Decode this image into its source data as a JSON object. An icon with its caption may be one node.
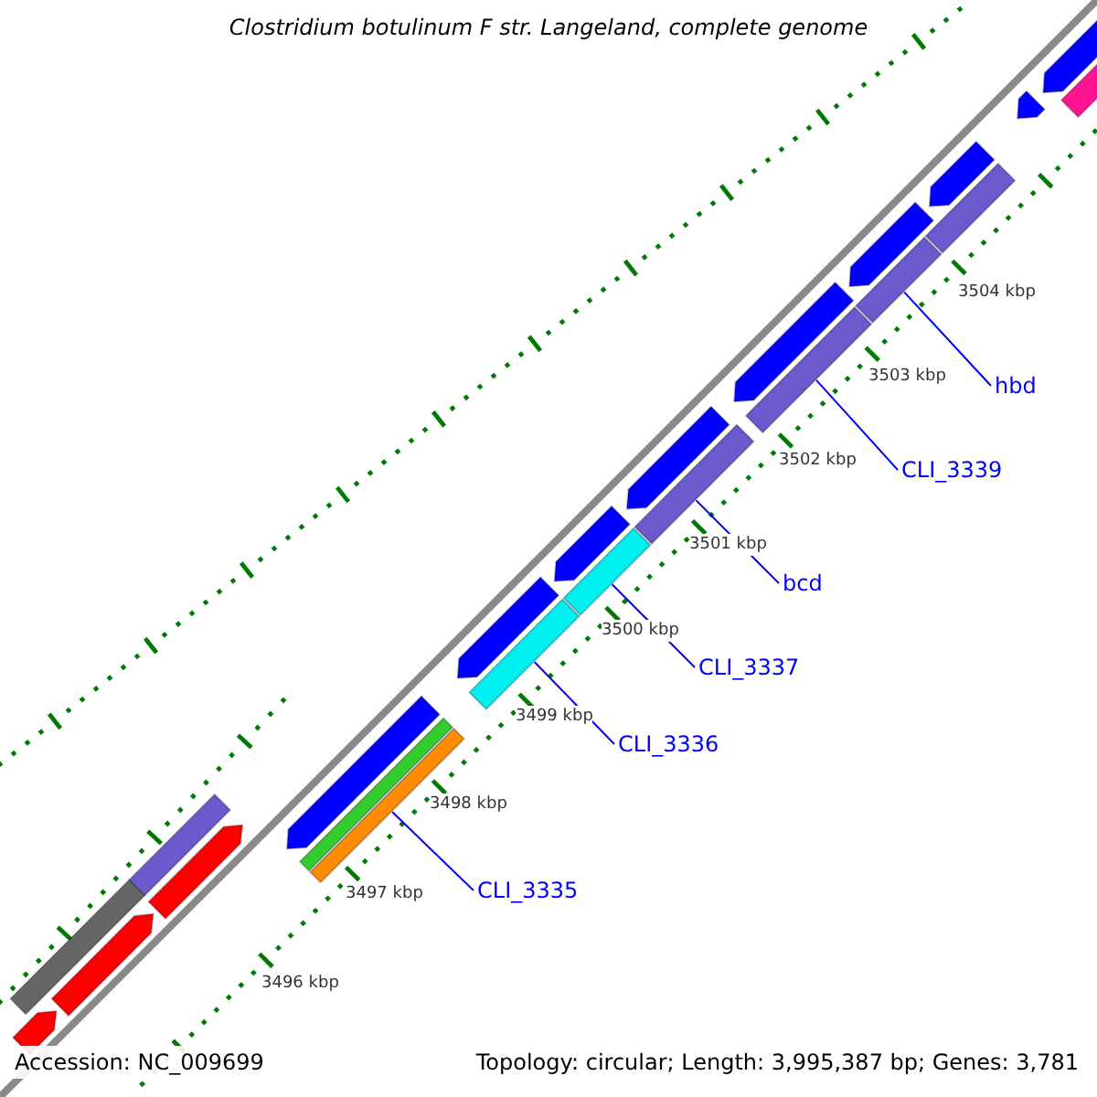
{
  "diagram": {
    "title": "Clostridium botulinum F str. Langeland, complete genome",
    "nodes": [
      {
        "text": [
          "CLI_3335"
        ]
      },
      {
        "text": [
          "CLI_3336"
        ]
      },
      {
        "text": [
          "CLI_3337"
        ]
      },
      {
        "text": [
          "bcd"
        ]
      },
      {
        "text": [
          "CLI_3339"
        ]
      },
      {
        "text": [
          "hbd"
        ]
      },
      {
        "text": [],
        "shape": "bar"
      },
      {
        "text": [],
        "shape": "bar"
      },
      {
        "text": [],
        "shape": "arrow"
      },
      {
        "text": [],
        "shape": "arrow"
      },
      {
        "text": [],
        "shape": "arrow"
      },
      {
        "text": [],
        "shape": "arrow"
      },
      {
        "text": [],
        "shape": "bar"
      },
      {
        "text": [],
        "shape": "bar"
      },
      {
        "text": [],
        "shape": "arrow"
      },
      {
        "text": [],
        "shape": "bar"
      },
      {
        "text": [],
        "shape": "arrow"
      },
      {
        "text": [],
        "shape": "bar"
      },
      {
        "text": [],
        "shape": "arrow"
      },
      {
        "text": [],
        "shape": "bar"
      },
      {
        "text": [],
        "shape": "arrow"
      },
      {
        "text": [],
        "shape": "bar"
      },
      {
        "text": [],
        "shape": "arrow"
      },
      {
        "text": [],
        "shape": "bar"
      },
      {
        "text": [],
        "shape": "arrow"
      },
      {
        "text": [],
        "shape": "bar"
      },
      {
        "text": [],
        "shape": "arrow"
      },
      {
        "text": [],
        "shape": "arrow"
      },
      {
        "text": [],
        "shape": "bar"
      }
    ],
    "edges": [
      {
        "from": 0,
        "to": 13,
        "arrow": "none"
      },
      {
        "from": 1,
        "to": 15,
        "arrow": "none"
      },
      {
        "from": 2,
        "to": 17,
        "arrow": "none"
      },
      {
        "from": 3,
        "to": 19,
        "arrow": "none"
      },
      {
        "from": 4,
        "to": 21,
        "arrow": "none"
      },
      {
        "from": 5,
        "to": 23,
        "arrow": "none"
      }
    ],
    "labels": [
      "3496 kbp",
      "3497 kbp",
      "3498 kbp",
      "3499 kbp",
      "3500 kbp",
      "3501 kbp",
      "3502 kbp",
      "3503 kbp",
      "3504 kbp",
      "Accession: NC_009699",
      "Topology: circular; Length: 3,995,387 bp; Genes: 3,781"
    ]
  }
}
